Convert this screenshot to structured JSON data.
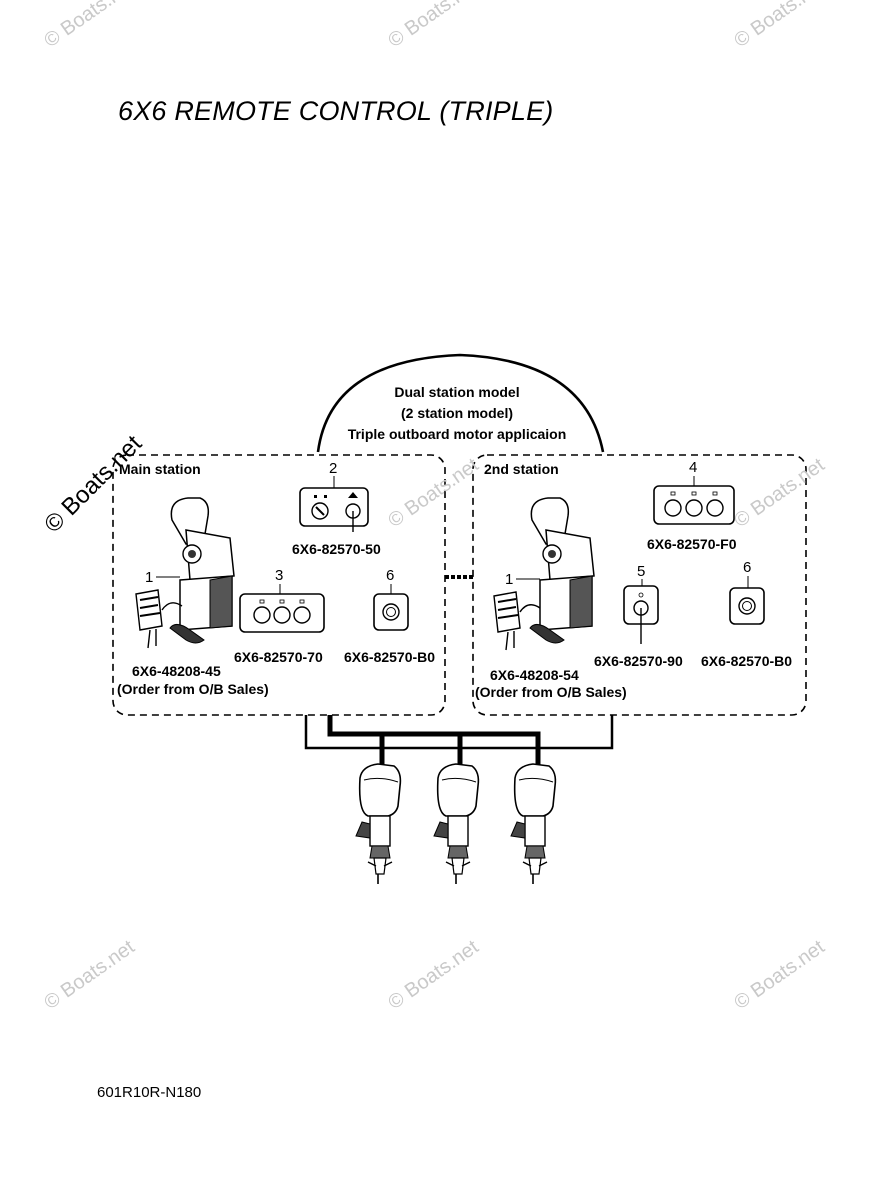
{
  "title": "6X6 REMOTE CONTROL (TRIPLE)",
  "footer_code": "601R10R-N180",
  "model_box": {
    "line1": "Dual station model",
    "line2": "(2 station model)",
    "line3": "Triple outboard motor applicaion"
  },
  "stations": {
    "main": {
      "label": "Main station",
      "parts": [
        {
          "num": "1",
          "part": "6X6-48208-45",
          "note": "(Order from O/B Sales)"
        },
        {
          "num": "2",
          "part": "6X6-82570-50"
        },
        {
          "num": "3",
          "part": "6X6-82570-70"
        },
        {
          "num": "6",
          "part": "6X6-82570-B0"
        }
      ]
    },
    "second": {
      "label": "2nd station",
      "parts": [
        {
          "num": "1",
          "part": "6X6-48208-54",
          "note": "(Order from O/B Sales)"
        },
        {
          "num": "4",
          "part": "6X6-82570-F0"
        },
        {
          "num": "5",
          "part": "6X6-82570-90"
        },
        {
          "num": "6",
          "part": "6X6-82570-B0"
        }
      ]
    }
  },
  "watermark": "© Boats.net"
}
